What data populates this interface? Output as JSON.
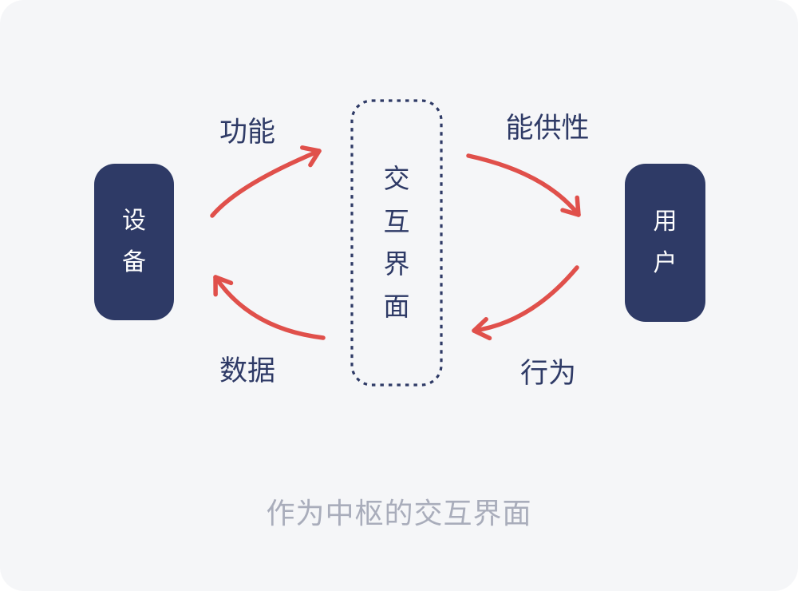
{
  "diagram": {
    "nodes": {
      "device": {
        "label": "设备"
      },
      "interface": {
        "label": "交互界面"
      },
      "user": {
        "label": "用户"
      }
    },
    "edges": {
      "device_to_interface": {
        "label": "功能",
        "direction": "device → interface"
      },
      "interface_to_user": {
        "label": "能供性",
        "direction": "interface → user"
      },
      "user_to_interface": {
        "label": "行为",
        "direction": "user → interface"
      },
      "interface_to_device": {
        "label": "数据",
        "direction": "interface → device"
      }
    },
    "caption": "作为中枢的交互界面",
    "colors": {
      "node_fill": "#2e3a66",
      "node_text": "#ffffff",
      "dashed_border": "#2e3a66",
      "arrow": "#e0504b",
      "label_text": "#2e3a66",
      "caption_text": "#a9adbb",
      "background": "#f5f6f8"
    }
  }
}
